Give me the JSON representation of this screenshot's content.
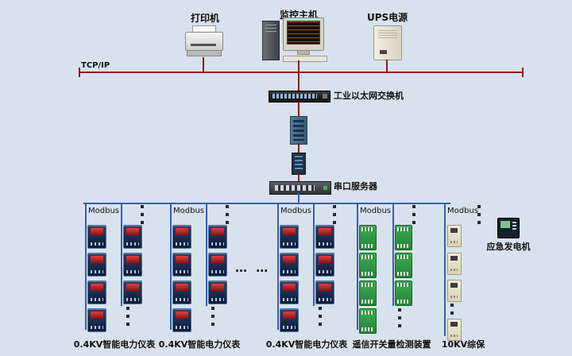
{
  "network": {
    "tcpip_label": "TCP/IP",
    "printer_label": "打印机",
    "host_label": "监控主机",
    "ups_label": "UPS电源",
    "switch_label": "工业以太网交换机",
    "serial_server_label": "串口服务器"
  },
  "groups": [
    {
      "bus_label": "Modbus",
      "caption": "0.4KV智能电力仪表"
    },
    {
      "bus_label": "Modbus",
      "caption": "0.4KV智能电力仪表"
    },
    {
      "bus_label": "Modbus",
      "caption": "0.4KV智能电力仪表"
    },
    {
      "bus_label": "Modbus",
      "caption": "遥信开关量检测装置"
    },
    {
      "bus_label": "Modbus",
      "caption": "10KV综保"
    }
  ],
  "generator": {
    "label": "应急发电机"
  },
  "markers": {
    "more_groups": "… …"
  },
  "icons": {
    "top_devices": [
      "printer-icon",
      "monitoring-host-icon",
      "ups-icon"
    ],
    "chain_devices": [
      "ethernet-switch-icon",
      "fiber-converter-icon",
      "protocol-converter-icon",
      "serial-server-icon"
    ],
    "group_devices": [
      "power-meter-icon",
      "io-module-icon",
      "protection-relay-icon",
      "generator-controller-icon"
    ]
  },
  "colors": {
    "background": "#d8e2ee",
    "tcpip_line": "#8b1f1f",
    "modbus_line": "#3a5fa8",
    "meter_display": "#c22020",
    "io_module": "#2f8a3e"
  }
}
